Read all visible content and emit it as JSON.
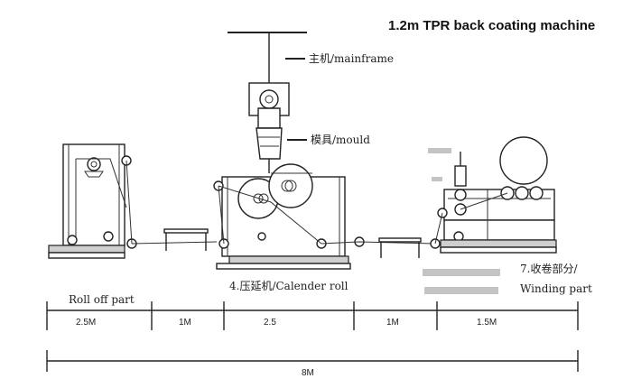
{
  "title": "1.2m TPR back coating machine",
  "labels": {
    "mainframe": "主机/mainframe",
    "mould": "模具/mould",
    "calender": "4.压延机/Calender roll",
    "roll_off": "Roll off part",
    "winding_cn": "7.收卷部分/",
    "winding_en": "Winding part"
  },
  "dimensions": {
    "seg1": "2.5M",
    "seg2": "1M",
    "seg3": "2.5",
    "seg4": "1M",
    "seg5": "1.5M",
    "total": "8M"
  }
}
